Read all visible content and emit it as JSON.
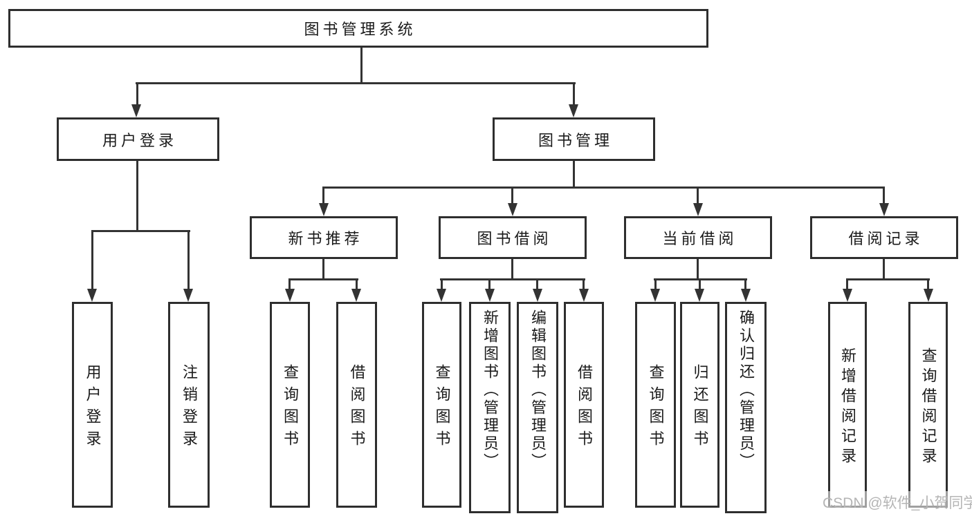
{
  "diagram_title": "图书管理系统",
  "tree": {
    "root": {
      "label": "图书管理系统",
      "children": [
        {
          "label": "用户登录",
          "children": [
            "用户登录",
            "注销登录"
          ]
        },
        {
          "label": "图书管理",
          "children": [
            {
              "label": "新书推荐",
              "children": [
                "查询图书",
                "借阅图书"
              ]
            },
            {
              "label": "图书借阅",
              "children": [
                "查询图书",
                "新增图书（管理员）",
                "编辑图书（管理员）",
                "借阅图书"
              ]
            },
            {
              "label": "当前借阅",
              "children": [
                "查询图书",
                "归还图书",
                "确认归还（管理员）"
              ]
            },
            {
              "label": "借阅记录",
              "children": [
                "新增借阅记录",
                "查询借阅记录"
              ]
            }
          ]
        }
      ]
    }
  },
  "watermark": {
    "text": "CSDN @软件_小贺同学",
    "color": "#b5b5b5"
  },
  "colors": {
    "line": "#333333",
    "box_border": "#2e2e2e",
    "text": "#1a1a1a",
    "background": "#ffffff"
  }
}
